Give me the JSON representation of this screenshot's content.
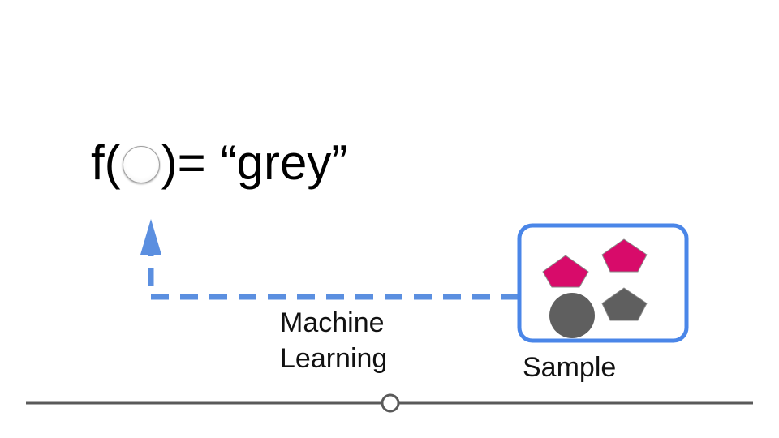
{
  "formula": {
    "func": "f(",
    "close": ")=",
    "output": "“grey”"
  },
  "labels": {
    "machine_learning_line1": "Machine",
    "machine_learning_line2": "Learning",
    "sample": "Sample"
  },
  "colors": {
    "arrow_blue": "#5b8fe0",
    "box_blue": "#4a86e8",
    "pentagon_pink": "#d80b6a",
    "shape_grey": "#5f5f5f",
    "timeline": "#5a5a5a"
  },
  "sample_items": [
    {
      "shape": "pentagon-icon",
      "color": "pink"
    },
    {
      "shape": "pentagon-icon",
      "color": "pink"
    },
    {
      "shape": "circle-icon",
      "color": "grey"
    },
    {
      "shape": "pentagon-icon",
      "color": "grey"
    }
  ]
}
